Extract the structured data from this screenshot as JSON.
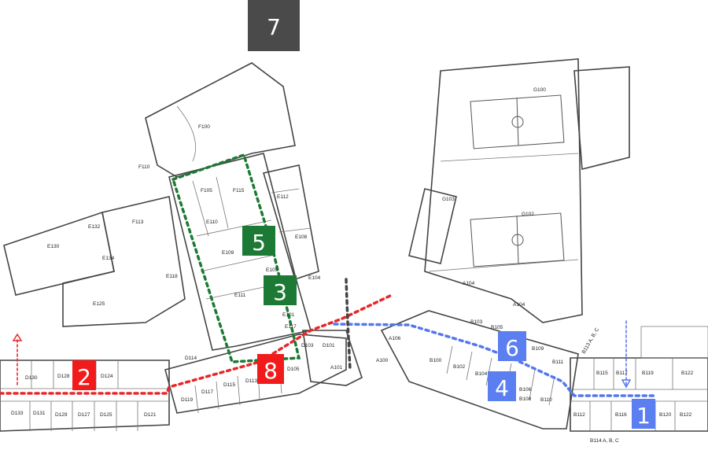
{
  "top_marker": {
    "label": "7",
    "color": "#4a4a4a"
  },
  "markers": [
    {
      "label": "1",
      "color": "#5b7ef0"
    },
    {
      "label": "2",
      "color": "#f21b1b"
    },
    {
      "label": "3",
      "color": "#1c7a34"
    },
    {
      "label": "4",
      "color": "#5b7ef0"
    },
    {
      "label": "5",
      "color": "#1c7a34"
    },
    {
      "label": "6",
      "color": "#5b7ef0"
    },
    {
      "label": "8",
      "color": "#f21b1b"
    }
  ],
  "route_colors": {
    "red": "#e8272a",
    "blue": "#5577ee",
    "green": "#1c7a34",
    "gray": "#444444"
  },
  "rooms": {
    "F100": "F100",
    "F110": "F110",
    "F105": "F105",
    "F115": "F115",
    "E112": "E112",
    "E110": "E110",
    "F113": "F113",
    "E130": "E130",
    "E132": "E132",
    "E134": "E134",
    "E109": "E109",
    "E105": "E105",
    "E108": "E108",
    "E118": "E118",
    "E111": "E111",
    "E104": "E104",
    "E125": "E125",
    "E101": "E101",
    "E117": "E117",
    "D114": "D114",
    "D130": "D130",
    "D128": "D128",
    "D124": "D124",
    "D133": "D133",
    "D131": "D131",
    "D129": "D129",
    "D127": "D127",
    "D125": "D125",
    "D121": "D121",
    "D119": "D119",
    "D117": "D117",
    "D115": "D115",
    "D113": "D113",
    "D105": "D105",
    "D103": "D103",
    "D101": "D101",
    "A101": "A101",
    "A100": "A100",
    "A106": "A106",
    "A104a": "A104",
    "A104b": "A104",
    "G100": "G100",
    "G103": "G103",
    "G102": "G102",
    "B100": "B100",
    "B102": "B102",
    "B104": "B104",
    "B103": "B103",
    "B105": "B105",
    "B106": "B106",
    "B108": "B108",
    "B109": "B109",
    "B110": "B110",
    "B111": "B111",
    "B113": "B113 A, B, C",
    "B115": "B115",
    "B117": "B117",
    "B119": "B119",
    "B122top": "B122",
    "B112": "B112",
    "B116": "B116",
    "B120": "B120",
    "B122": "B122",
    "B114": "B114 A, B, C"
  }
}
